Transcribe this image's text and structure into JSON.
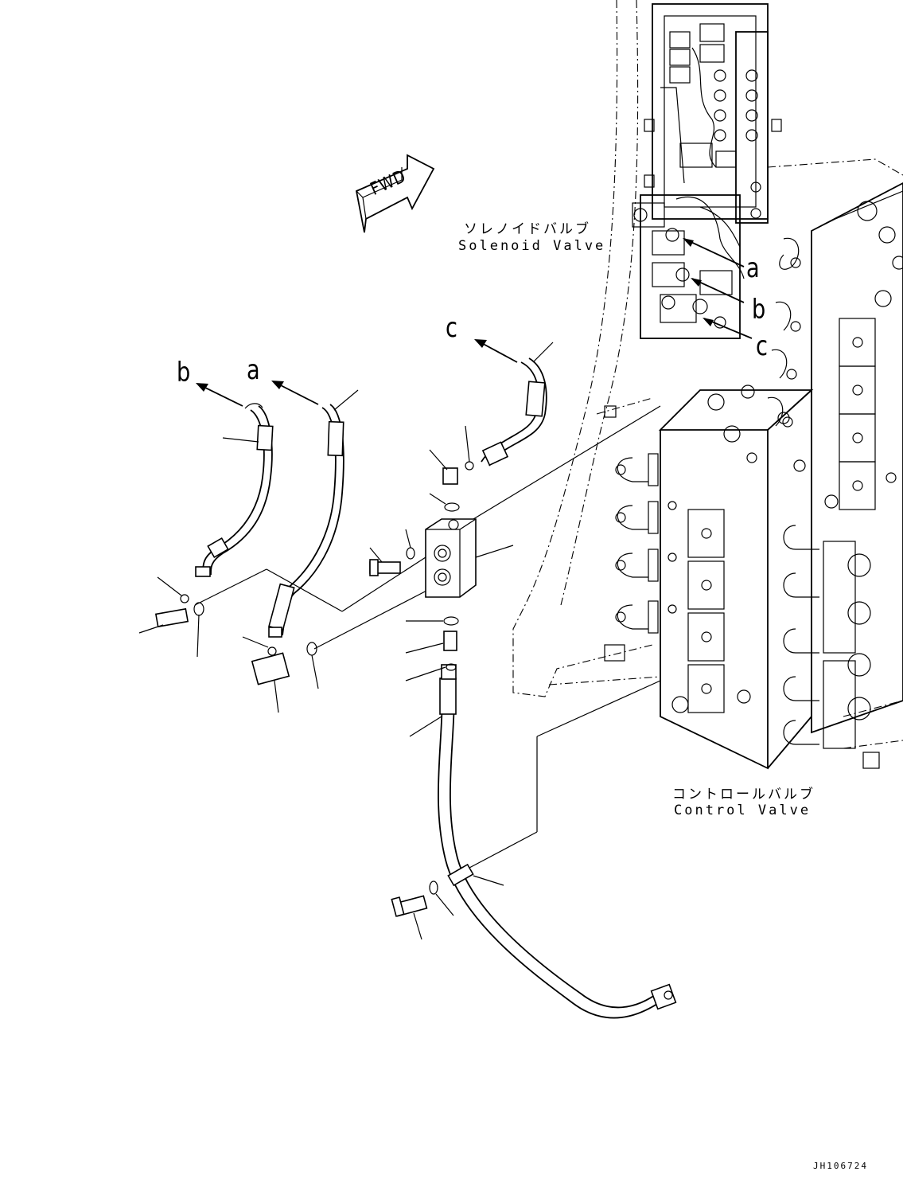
{
  "diagram": {
    "fwd_label": "FWD",
    "solenoid_valve": {
      "label_jp": "ソレノイドバルブ",
      "label_en": "Solenoid Valve"
    },
    "control_valve": {
      "label_jp": "コントロールバルブ",
      "label_en": "Control Valve"
    },
    "connection_letters": {
      "hose_b": "b",
      "hose_a": "a",
      "hose_c": "c",
      "valve_a": "a",
      "valve_b": "b",
      "valve_c": "c"
    },
    "drawing_code": "JH106724"
  }
}
